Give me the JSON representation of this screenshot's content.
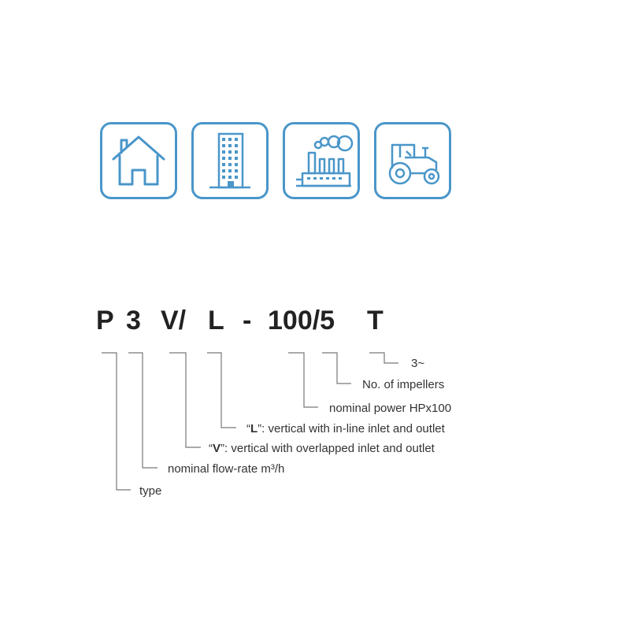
{
  "icons": {
    "house": "house-icon",
    "building": "building-icon",
    "factory": "factory-icon",
    "tractor": "tractor-icon",
    "color": "#4a96c9"
  },
  "code": {
    "p": "P",
    "three": "3",
    "v": "V/",
    "l": "L",
    "dash": "-",
    "power_impellers": "100/5",
    "t": "T"
  },
  "legend": {
    "t": "3~",
    "impellers": "No. of impellers",
    "power": "nominal power HPx100",
    "l_key": "L",
    "l_desc": ": vertical with in-line inlet and outlet",
    "v_key": "V",
    "v_desc": ": vertical with overlapped inlet and outlet",
    "flow": "nominal flow-rate m³/h",
    "type": "type"
  }
}
